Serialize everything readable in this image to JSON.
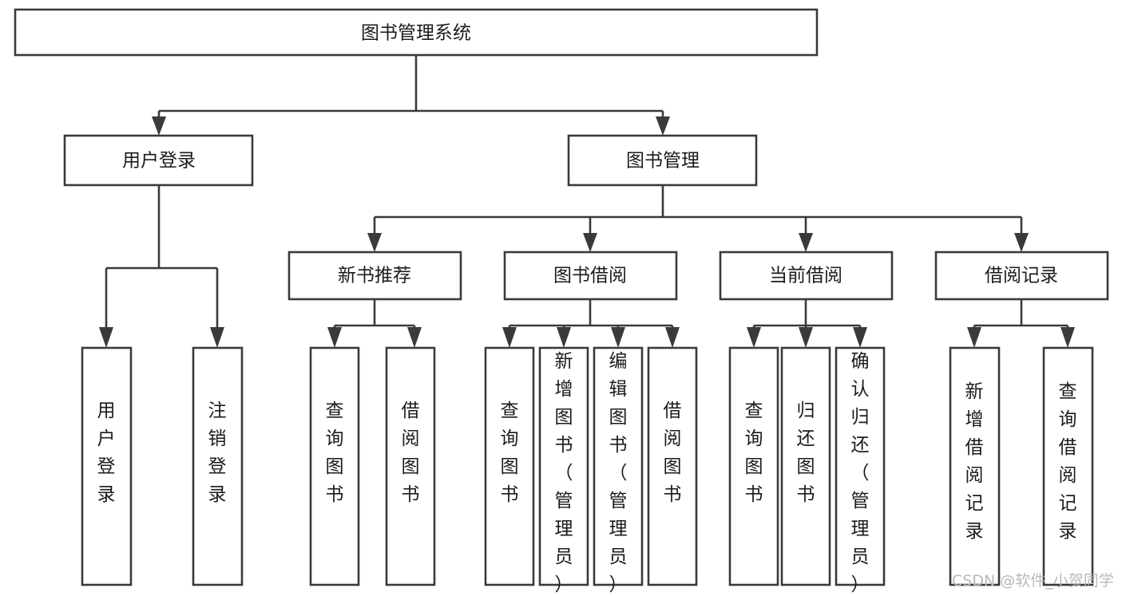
{
  "diagram": {
    "type": "hierarchy-tree",
    "title": "图书管理系统",
    "levels": 4,
    "root": {
      "id": "root",
      "label": "图书管理系统",
      "orientation": "horizontal"
    },
    "level2": [
      {
        "id": "user-login",
        "label": "用户登录",
        "orientation": "horizontal"
      },
      {
        "id": "book-management",
        "label": "图书管理",
        "orientation": "horizontal"
      }
    ],
    "level3": [
      {
        "id": "new-book-recommend",
        "label": "新书推荐",
        "orientation": "horizontal",
        "parent": "book-management"
      },
      {
        "id": "book-borrow",
        "label": "图书借阅",
        "orientation": "horizontal",
        "parent": "book-management"
      },
      {
        "id": "current-borrow",
        "label": "当前借阅",
        "orientation": "horizontal",
        "parent": "book-management"
      },
      {
        "id": "borrow-record",
        "label": "借阅记录",
        "orientation": "horizontal",
        "parent": "book-management"
      }
    ],
    "leaves": [
      {
        "id": "leaf-user-login",
        "label": "用户登录",
        "orientation": "vertical",
        "parent": "user-login"
      },
      {
        "id": "leaf-user-logout",
        "label": "注销登录",
        "orientation": "vertical",
        "parent": "user-login"
      },
      {
        "id": "leaf-query-book-1",
        "label": "查询图书",
        "orientation": "vertical",
        "parent": "new-book-recommend"
      },
      {
        "id": "leaf-borrow-book-1",
        "label": "借阅图书",
        "orientation": "vertical",
        "parent": "new-book-recommend"
      },
      {
        "id": "leaf-query-book-2",
        "label": "查询图书",
        "orientation": "vertical",
        "parent": "book-borrow"
      },
      {
        "id": "leaf-add-book",
        "label": "新增图书（管理员）",
        "orientation": "vertical",
        "parent": "book-borrow"
      },
      {
        "id": "leaf-edit-book",
        "label": "编辑图书（管理员）",
        "orientation": "vertical",
        "parent": "book-borrow"
      },
      {
        "id": "leaf-borrow-book-2",
        "label": "借阅图书",
        "orientation": "vertical",
        "parent": "book-borrow"
      },
      {
        "id": "leaf-query-book-3",
        "label": "查询图书",
        "orientation": "vertical",
        "parent": "current-borrow"
      },
      {
        "id": "leaf-return-book",
        "label": "归还图书",
        "orientation": "vertical",
        "parent": "current-borrow"
      },
      {
        "id": "leaf-confirm-return",
        "label": "确认归还（管理员）",
        "orientation": "vertical",
        "parent": "current-borrow"
      },
      {
        "id": "leaf-add-record",
        "label": "新增借阅记录",
        "orientation": "vertical",
        "parent": "borrow-record"
      },
      {
        "id": "leaf-query-record",
        "label": "查询借阅记录",
        "orientation": "vertical",
        "parent": "borrow-record"
      }
    ],
    "colors": {
      "stroke": "#3a3a3a",
      "fill": "#ffffff",
      "text": "#1b1b1b",
      "watermark": "#b9b9b9",
      "background": "#ffffff"
    }
  },
  "watermark": {
    "label": "CSDN @软件_小贺同学"
  }
}
